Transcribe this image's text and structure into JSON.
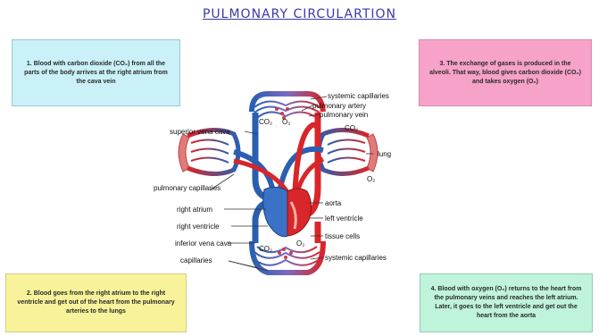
{
  "title": "PULMONARY CIRCULARTION",
  "notes": {
    "n1": "1. Blood with carbon dioxide (CO₂) from all the parts of the body arrives at the right atrium from the cava vein",
    "n2": "2. Blood goes from the right atrium to the right ventricle and get out of the heart from the pulmonary arteries to the lungs",
    "n3": "3. The exchange of gases is produced in the alveoli. That way, blood gives carbon dioxide (CO₂) and takes oxygen (O₂)",
    "n4": "4. Blood with oxygen (O₂) returns to the heart from the pulmonary veins and reaches the left atrium. Later, it goes to the left ventricle and get out the heart from the aorta"
  },
  "labels": {
    "systemic_capillaries_top": "systemic capillaries",
    "pulmonary_artery": "pulmonary artery",
    "pulmonary_vein": "pulmonary vein",
    "superior_vena_cava": "superior vena cava",
    "lung": "lung",
    "pulmonary_capillaries": "pulmonary capillaries",
    "aorta": "aorta",
    "right_atrium": "right atrium",
    "left_ventricle": "left ventricle",
    "right_ventricle": "right ventricle",
    "tissue_cells": "tissue cells",
    "inferior_vena_cava": "inferior vena cava",
    "capillaries": "capillaries",
    "systemic_capillaries_bottom": "systemic capillaries"
  },
  "gases": {
    "co2": "CO₂",
    "o2": "O₂"
  },
  "colors": {
    "oxygenated": "#d8262a",
    "deoxygenated": "#2a5fb0",
    "capillary_blue": "#6a8fd6",
    "capillary_red": "#e05a5a",
    "lung": "#e27a7a"
  }
}
